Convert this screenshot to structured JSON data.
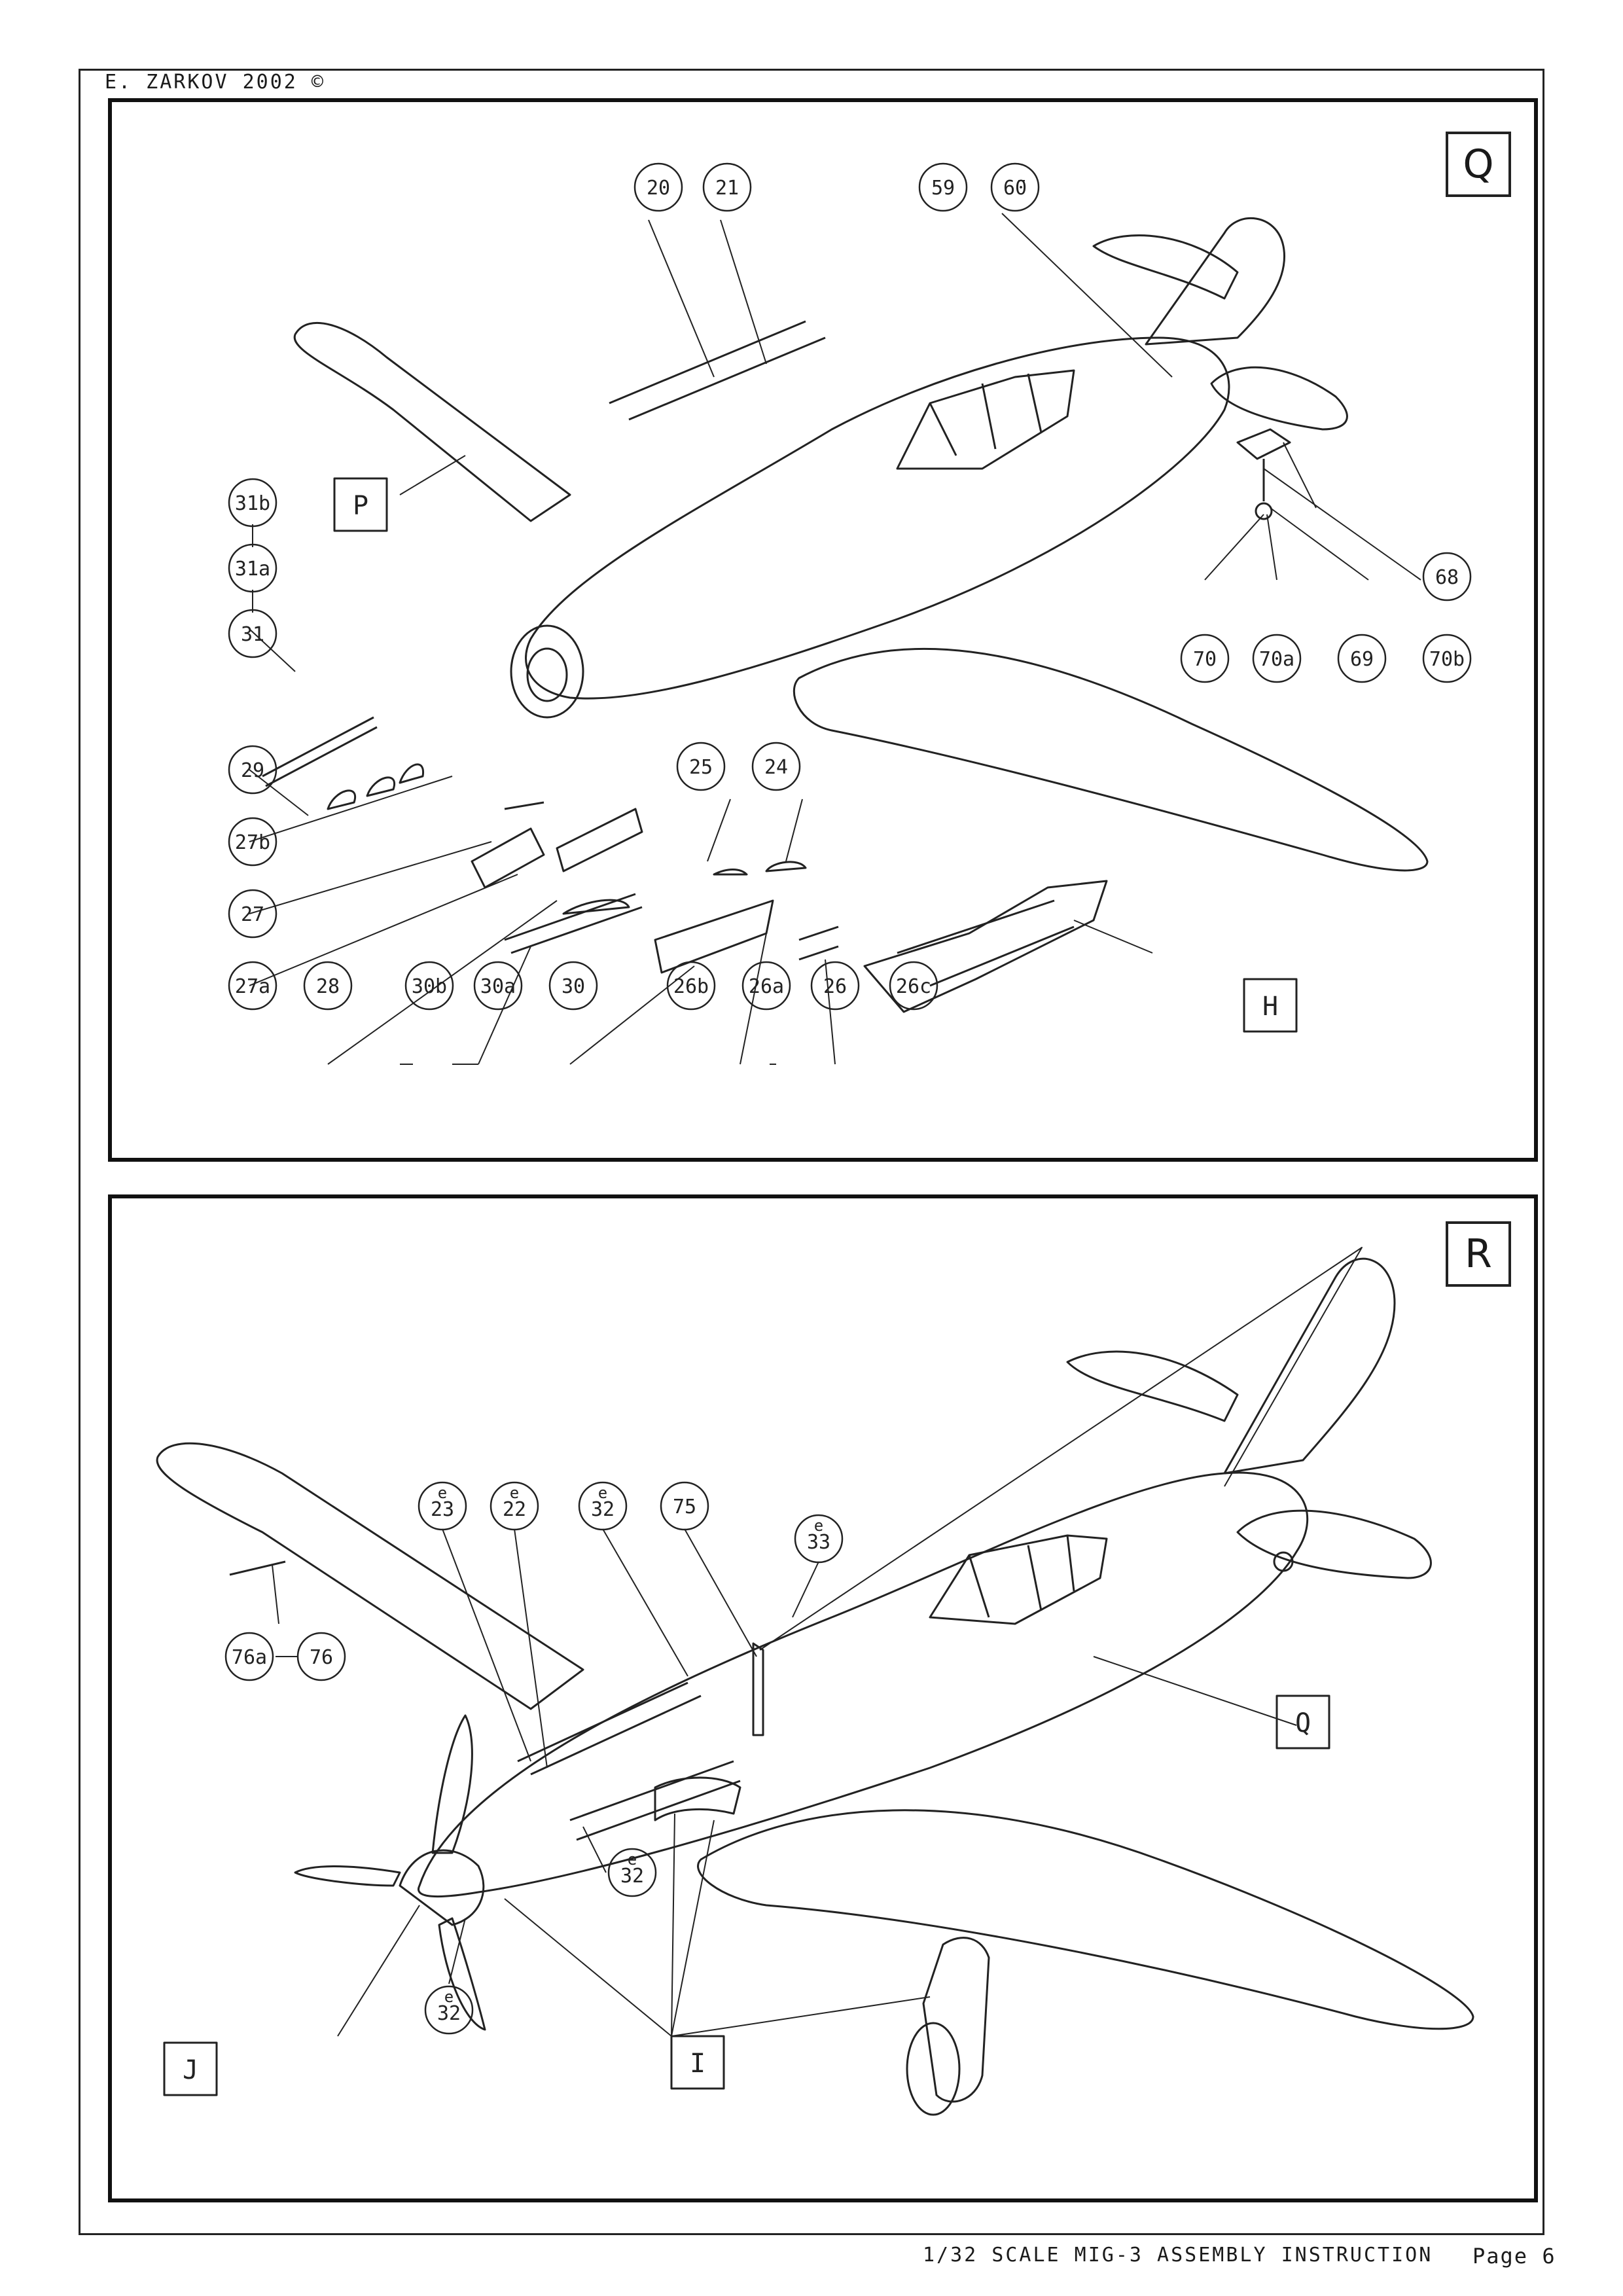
{
  "header": {
    "copyright": "E. ZARKOV 2002 ©"
  },
  "step_q": {
    "letter": "Q",
    "sub_labels": [
      "P",
      "H"
    ],
    "parts": [
      "20",
      "21",
      "59",
      "60",
      "31b",
      "31a",
      "31",
      "29",
      "27b",
      "27",
      "27a",
      "28",
      "30b",
      "30a",
      "30",
      "26b",
      "26a",
      "26",
      "26c",
      "25",
      "24",
      "68",
      "70",
      "70a",
      "69",
      "70b"
    ]
  },
  "step_r": {
    "letter": "R",
    "sub_labels": [
      "Q",
      "J",
      "I"
    ],
    "parts": [
      "e 23",
      "e 22",
      "e 32",
      "75",
      "e 33",
      "76a",
      "76",
      "e 32",
      "e 32"
    ]
  },
  "footer": {
    "title": "1/32 SCALE MIG-3 ASSEMBLY INSTRUCTION",
    "page": "Page 6"
  }
}
